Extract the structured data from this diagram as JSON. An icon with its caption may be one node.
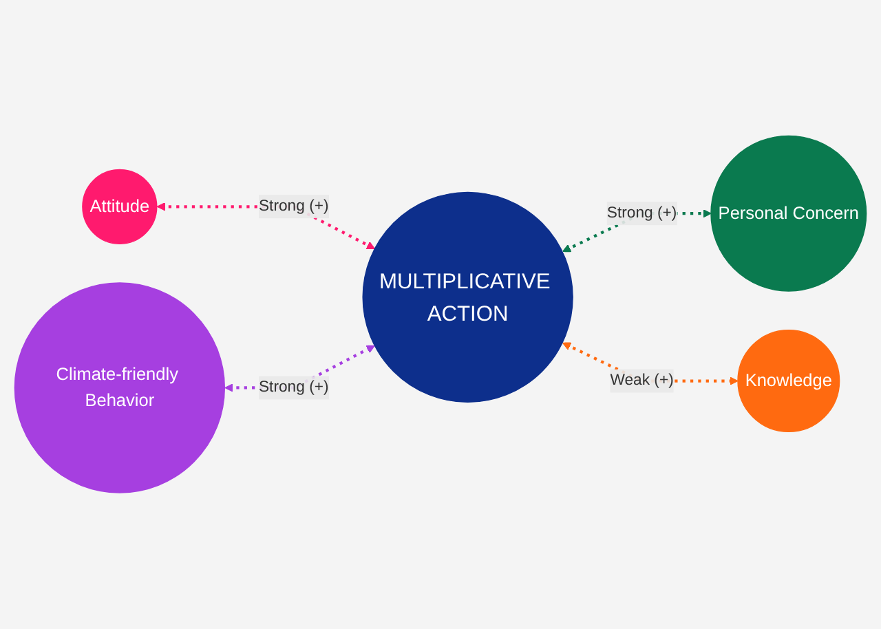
{
  "diagram": {
    "nodes": [
      {
        "text": [
          "Attitude"
        ]
      },
      {
        "text": [
          "Personal Concern"
        ]
      },
      {
        "text": [
          "MULTIPLICATIVE ACTION"
        ]
      },
      {
        "text": [
          "Climate-friendly Behavior"
        ]
      },
      {
        "text": [
          "Knowledge"
        ]
      }
    ],
    "edges": [
      {
        "from": 0,
        "to": 2,
        "arrow": "both",
        "label": "Strong (+)",
        "style": "dashed",
        "color": "#ff1a6e"
      },
      {
        "from": 2,
        "to": 1,
        "arrow": "both",
        "label": "Strong (+)",
        "style": "dashed",
        "color": "#0a7a4f"
      },
      {
        "from": 3,
        "to": 2,
        "arrow": "both",
        "label": "Strong (+)",
        "style": "dashed",
        "color": "#a63fe0"
      },
      {
        "from": 2,
        "to": 4,
        "arrow": "both",
        "label": "Weak (+)",
        "style": "dashed",
        "color": "#ff6a10"
      }
    ]
  }
}
